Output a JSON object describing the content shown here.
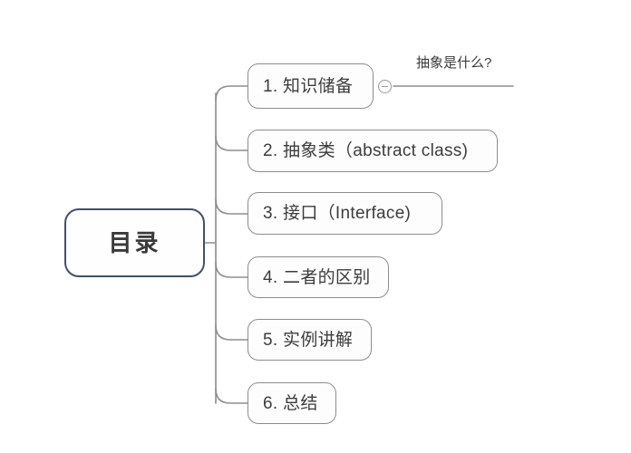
{
  "diagram": {
    "type": "mind-map",
    "title": "目录",
    "root": {
      "label": "目录"
    },
    "branches": [
      {
        "label": "1. 知识储备"
      },
      {
        "label": "2. 抽象类（abstract class)"
      },
      {
        "label": "3. 接口（Interface)"
      },
      {
        "label": "4. 二者的区别"
      },
      {
        "label": "5. 实例讲解"
      },
      {
        "label": "6. 总结"
      }
    ],
    "annotation": {
      "label": "抽象是什么?",
      "attached_to": "1. 知识储备",
      "handle": "collapse-minus-icon"
    },
    "colors": {
      "background": "#ffffff",
      "root_border": "#41506b",
      "node_border": "#8d8d8d",
      "node_fill": "#fdfdfd",
      "connector": "#8d8d8d",
      "text": "#3c3c3c"
    }
  }
}
